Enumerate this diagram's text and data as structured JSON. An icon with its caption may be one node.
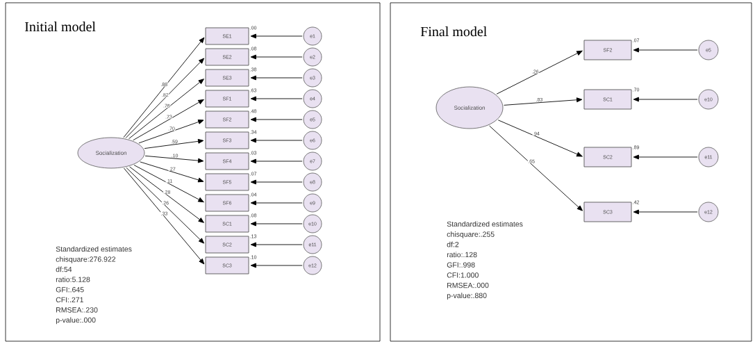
{
  "diagram": {
    "nodes": [
      {
        "text": [
          "Initial model"
        ]
      },
      {
        "text": [
          "Socialization"
        ],
        "in": 0
      },
      {
        "text": [
          "SE1"
        ],
        "beside": [
          ".00"
        ],
        "in": 0
      },
      {
        "text": [
          "SE2"
        ],
        "beside": [
          ".08"
        ],
        "in": 0
      },
      {
        "text": [
          "SE3"
        ],
        "beside": [
          ".38"
        ],
        "in": 0
      },
      {
        "text": [
          "SF1"
        ],
        "beside": [
          ".63"
        ],
        "in": 0
      },
      {
        "text": [
          "SF2"
        ],
        "beside": [
          ".48"
        ],
        "in": 0
      },
      {
        "text": [
          "SF3"
        ],
        "beside": [
          ".34"
        ],
        "in": 0
      },
      {
        "text": [
          "SF4"
        ],
        "beside": [
          ".03"
        ],
        "in": 0
      },
      {
        "text": [
          "SF5"
        ],
        "beside": [
          ".07"
        ],
        "in": 0
      },
      {
        "text": [
          "SF6"
        ],
        "beside": [
          ".04"
        ],
        "in": 0
      },
      {
        "text": [
          "SC1"
        ],
        "beside": [
          ".08"
        ],
        "in": 0
      },
      {
        "text": [
          "SC2"
        ],
        "beside": [
          ".13"
        ],
        "in": 0
      },
      {
        "text": [
          "SC3"
        ],
        "beside": [
          ".10"
        ],
        "in": 0
      },
      {
        "text": [
          "e1"
        ],
        "in": 0
      },
      {
        "text": [
          "e2"
        ],
        "in": 0
      },
      {
        "text": [
          "e3"
        ],
        "in": 0
      },
      {
        "text": [
          "e4"
        ],
        "in": 0
      },
      {
        "text": [
          "e5"
        ],
        "in": 0
      },
      {
        "text": [
          "e6"
        ],
        "in": 0
      },
      {
        "text": [
          "e7"
        ],
        "in": 0
      },
      {
        "text": [
          "e8"
        ],
        "in": 0
      },
      {
        "text": [
          "e9"
        ],
        "in": 0
      },
      {
        "text": [
          "e10"
        ],
        "in": 0
      },
      {
        "text": [
          "e11"
        ],
        "in": 0
      },
      {
        "text": [
          "e12"
        ],
        "in": 0
      },
      {
        "text": [
          "Final model"
        ]
      },
      {
        "text": [
          "Socialization"
        ],
        "in": 26
      },
      {
        "text": [
          "SF2"
        ],
        "beside": [
          ".07"
        ],
        "in": 26
      },
      {
        "text": [
          "SC1"
        ],
        "beside": [
          ".70"
        ],
        "in": 26
      },
      {
        "text": [
          "SC2"
        ],
        "beside": [
          ".89"
        ],
        "in": 26
      },
      {
        "text": [
          "SC3"
        ],
        "beside": [
          ".42"
        ],
        "in": 26
      },
      {
        "text": [
          "e5"
        ],
        "in": 26
      },
      {
        "text": [
          "e10"
        ],
        "in": 26
      },
      {
        "text": [
          "e11"
        ],
        "in": 26
      },
      {
        "text": [
          "e12"
        ],
        "in": 26
      }
    ],
    "edges": [
      {
        "from": 1,
        "to": 2,
        "arrow": "to",
        "label": ".88"
      },
      {
        "from": 1,
        "to": 3,
        "arrow": "to",
        "label": ".82"
      },
      {
        "from": 1,
        "to": 4,
        "arrow": "to",
        "label": ".76"
      },
      {
        "from": 1,
        "to": 5,
        "arrow": "to",
        "label": ".73"
      },
      {
        "from": 1,
        "to": 6,
        "arrow": "to",
        "label": ".70"
      },
      {
        "from": 1,
        "to": 7,
        "arrow": "to",
        "label": ".59"
      },
      {
        "from": 1,
        "to": 8,
        "arrow": "to",
        "label": ".10"
      },
      {
        "from": 1,
        "to": 9,
        "arrow": "to",
        "label": ".27"
      },
      {
        "from": 1,
        "to": 10,
        "arrow": "to",
        "label": ".11"
      },
      {
        "from": 1,
        "to": 11,
        "arrow": "to",
        "label": ".28"
      },
      {
        "from": 1,
        "to": 12,
        "arrow": "to",
        "label": ".26"
      },
      {
        "from": 1,
        "to": 13,
        "arrow": "to",
        "label": ".33"
      },
      {
        "from": 14,
        "to": 2,
        "arrow": "to"
      },
      {
        "from": 15,
        "to": 3,
        "arrow": "to"
      },
      {
        "from": 16,
        "to": 4,
        "arrow": "to"
      },
      {
        "from": 17,
        "to": 5,
        "arrow": "to"
      },
      {
        "from": 18,
        "to": 6,
        "arrow": "to"
      },
      {
        "from": 19,
        "to": 7,
        "arrow": "to"
      },
      {
        "from": 20,
        "to": 8,
        "arrow": "to"
      },
      {
        "from": 21,
        "to": 9,
        "arrow": "to"
      },
      {
        "from": 22,
        "to": 10,
        "arrow": "to"
      },
      {
        "from": 23,
        "to": 11,
        "arrow": "to"
      },
      {
        "from": 24,
        "to": 12,
        "arrow": "to"
      },
      {
        "from": 25,
        "to": 13,
        "arrow": "to"
      },
      {
        "from": 27,
        "to": 28,
        "arrow": "to",
        "label": ".26"
      },
      {
        "from": 27,
        "to": 29,
        "arrow": "to",
        "label": ".83"
      },
      {
        "from": 27,
        "to": 30,
        "arrow": "to",
        "label": ".94"
      },
      {
        "from": 27,
        "to": 31,
        "arrow": "to",
        "label": ".65"
      },
      {
        "from": 32,
        "to": 28,
        "arrow": "to"
      },
      {
        "from": 33,
        "to": 29,
        "arrow": "to"
      },
      {
        "from": 34,
        "to": 30,
        "arrow": "to"
      },
      {
        "from": 35,
        "to": 31,
        "arrow": "to"
      }
    ],
    "labels": [
      "Standardized estimates",
      "chisquare:276.922",
      "df:54",
      "ratio:5.128",
      "GFI:.645",
      "CFI:.271",
      "RMSEA:.230",
      "p-value:.000",
      "Standardized estimates",
      "chisquare:.255",
      "df:2",
      "ratio:.128",
      "GFI:.998",
      "CFI:1.000",
      "RMSEA:.000",
      "p-value:.880"
    ]
  }
}
